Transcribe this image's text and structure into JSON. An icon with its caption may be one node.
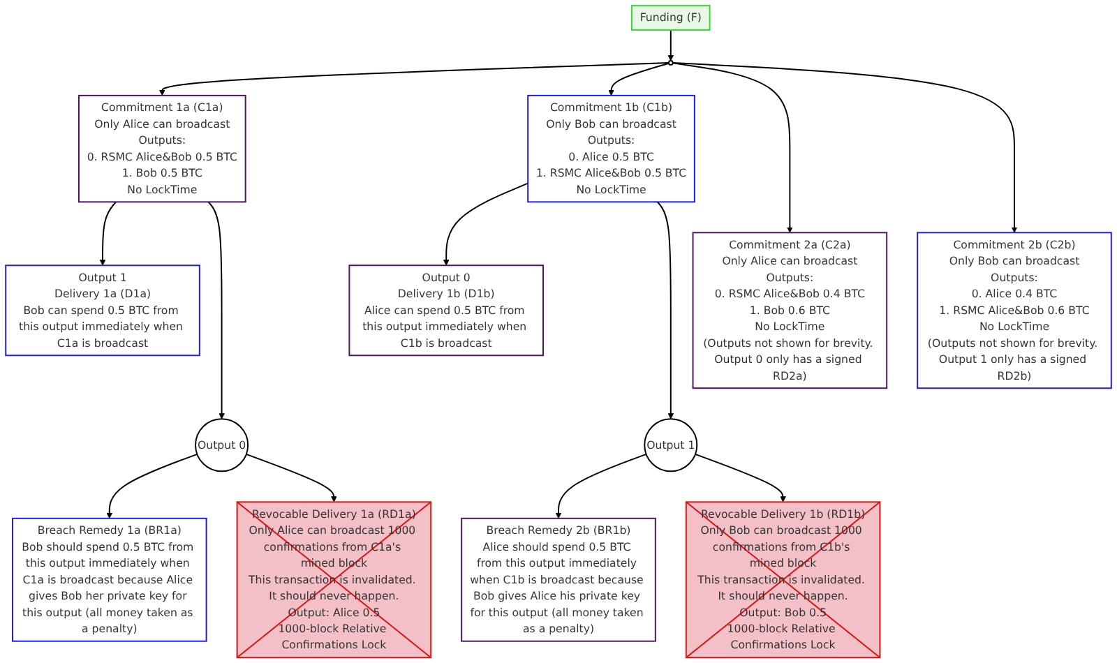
{
  "diagram": {
    "nodes": [
      {
        "text": [
          "Funding (F)"
        ]
      },
      {
        "text": [],
        "shape": "circle"
      },
      {
        "text": [
          "Output 1",
          "Delivery 1a (D1a)",
          "Bob can spend 0.5 BTC from this output immediately when C1a is broadcast"
        ]
      },
      {
        "text": [
          "Output 0",
          "Delivery 1b (D1b)",
          "Alice can spend 0.5 BTC from this output immediately when C1b is broadcast"
        ]
      },
      {
        "text": [
          "Commitment 1a (C1a)",
          "Only Alice can broadcast",
          "Outputs:",
          "0. RSMC Alice&Bob 0.5 BTC",
          "1. Bob 0.5 BTC",
          "No LockTime"
        ]
      },
      {
        "text": [
          "Commitment 1b (C1b)",
          "Only Bob can broadcast",
          "Outputs:",
          "0. Alice 0.5 BTC",
          "1. RSMC Alice&Bob 0.5 BTC",
          "No LockTime"
        ]
      },
      {
        "text": [
          "Breach Remedy 1a (BR1a)",
          "Bob should spend 0.5 BTC from this output immediately when C1a is broadcast because Alice gives Bob her private key for this output (all money taken as a penalty)"
        ]
      },
      {
        "text": [
          "Output 0"
        ]
      },
      {
        "text": [
          "Output 1"
        ]
      },
      {
        "text": [
          "Breach Remedy 2b (BR1b)",
          "Alice should spend 0.5 BTC from this output immediately when C1b is broadcast because Bob gives Alice his private key for this output (all money taken as a penalty)"
        ]
      },
      {
        "text": [
          "Revocable Delivery 1a (RD1a)",
          "Only Alice can broadcast 1000 confirmations from C1a's mined block",
          "This transaction is invalidated. It should never happen.",
          "Output: Alice 0.5",
          "1000-block Relative Confirmations Lock"
        ]
      },
      {
        "text": [
          "Commitment 2a (C2a)",
          "Only Alice can broadcast",
          "Outputs:",
          "0. RSMC Alice&Bob 0.4 BTC",
          "1. Bob 0.6 BTC",
          "No LockTime",
          "(Outputs not shown for brevity. Output 0 only has a signed RD2a)"
        ]
      },
      {
        "text": [
          "Commitment 2b (C2b)",
          "Only Bob can broadcast",
          "Outputs:",
          "0. Alice 0.4 BTC",
          "1. RSMC Alice&Bob 0.6 BTC",
          "No LockTime",
          "(Outputs not shown for brevity. Output 1 only has a signed RD2b)"
        ]
      },
      {
        "text": [
          "Revocable Delivery 1b (RD1b)",
          "Only Bob can broadcast 1000 confirmations from C1b's mined block",
          "This transaction is invalidated. It should never happen.",
          "Output: Bob 0.5",
          "1000-block Relative Confirmations Lock"
        ]
      }
    ],
    "edges": [
      {
        "from": 0,
        "to": 1,
        "arrow": "to"
      },
      {
        "from": 1,
        "to": 4,
        "arrow": "to"
      },
      {
        "from": 1,
        "to": 5,
        "arrow": "to"
      },
      {
        "from": 1,
        "to": 11,
        "arrow": "to"
      },
      {
        "from": 1,
        "to": 12,
        "arrow": "to"
      },
      {
        "from": 4,
        "to": 2,
        "arrow": "to"
      },
      {
        "from": 4,
        "to": 7,
        "arrow": "to"
      },
      {
        "from": 7,
        "to": 6,
        "arrow": "to"
      },
      {
        "from": 7,
        "to": 10,
        "arrow": "to"
      },
      {
        "from": 5,
        "to": 3,
        "arrow": "to"
      },
      {
        "from": 5,
        "to": 8,
        "arrow": "to"
      },
      {
        "from": 8,
        "to": 9,
        "arrow": "to"
      },
      {
        "from": 8,
        "to": 13,
        "arrow": "to"
      }
    ]
  }
}
